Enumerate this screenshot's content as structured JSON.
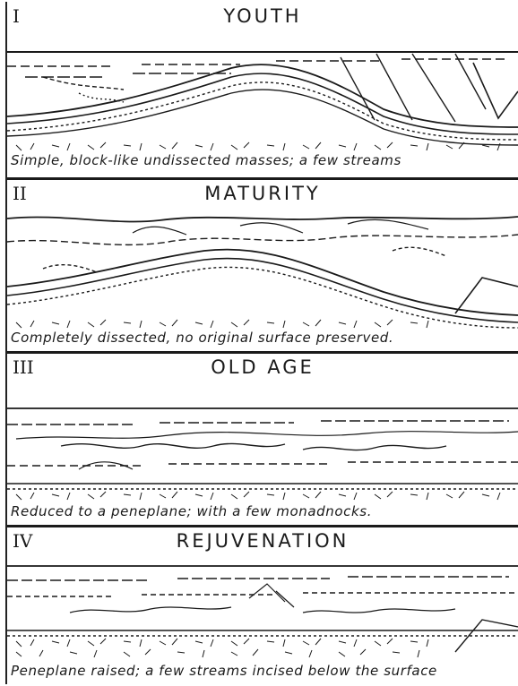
{
  "panels": [
    {
      "numeral": "I",
      "title": "YOUTH",
      "caption": "Simple, block-like undissected masses; a few streams"
    },
    {
      "numeral": "II",
      "title": "MATURITY",
      "caption": "Completely dissected, no original surface preserved."
    },
    {
      "numeral": "III",
      "title": "OLD AGE",
      "caption": "Reduced to a peneplane; with a few monadnocks."
    },
    {
      "numeral": "IV",
      "title": "REJUVENATION",
      "caption": "Peneplane raised; a few streams incised below the surface"
    }
  ],
  "colors": {
    "ink": "#1a1a1a",
    "paper": "#ffffff"
  }
}
